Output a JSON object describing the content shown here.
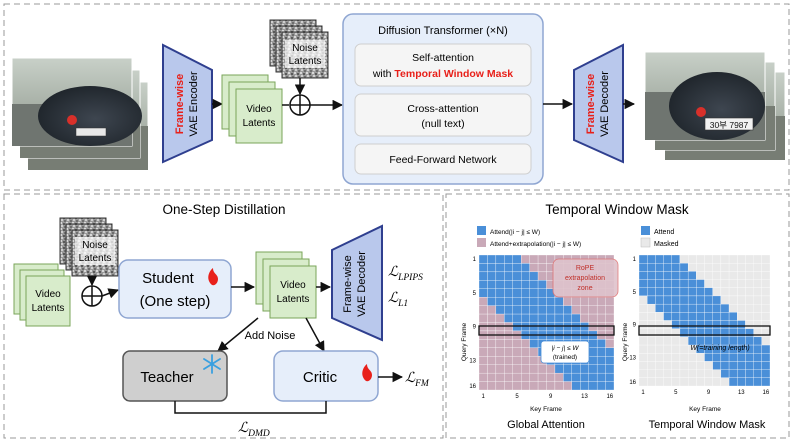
{
  "colors": {
    "accent_red": "#e8201a",
    "vae_fill": "#b9c8ec",
    "vae_stroke": "#2f3f8f",
    "latent_green": "#d8eccb",
    "latent_green_stroke": "#7aa55a",
    "block_blue": "#e6eefa",
    "block_blue_stroke": "#8fa6d2",
    "attend_blue": "#4a8fd8",
    "extrap_mauve": "#c9a9b8",
    "masked_gray": "#e9e9e9"
  },
  "top": {
    "encoder": {
      "red": "Frame-wise",
      "label": "VAE Encoder"
    },
    "noise_latents": "Noise Latents",
    "video_latents": "Video Latents",
    "dit_title": "Diffusion Transformer (×N)",
    "dit_blocks": [
      {
        "line1": "Self-attention",
        "line2_prefix": "with ",
        "line2_red": "Temporal Window Mask"
      },
      {
        "line1": "Cross-attention",
        "line2": "(null text)"
      },
      {
        "line1": "Feed-Forward Network"
      }
    ],
    "decoder": {
      "red": "Frame-wise",
      "label": "VAE Decoder"
    },
    "plate_text": "30부 7987"
  },
  "distill": {
    "title": "One-Step Distillation",
    "noise_latents": "Noise Latents",
    "video_latents_in": "Video Latents",
    "student": [
      "Student",
      "(One step)"
    ],
    "video_latents_out": "Video Latents",
    "decoder": [
      "Frame-wise",
      "VAE Decoder"
    ],
    "loss_lpips": {
      "sym": "ℒ",
      "sub": "LPIPS"
    },
    "loss_l1": {
      "sym": "ℒ",
      "sub": "L1"
    },
    "add_noise": "Add Noise",
    "teacher": "Teacher",
    "critic": "Critic",
    "loss_fm": {
      "sym": "ℒ",
      "sub": "FM"
    },
    "loss_dmd": {
      "sym": "ℒ",
      "sub": "DMD"
    }
  },
  "mask": {
    "title": "Temporal Window Mask",
    "n": 16,
    "window": 4,
    "legend_left": [
      "Attend(|i − j| ≤ W)",
      "Attend+extrapolation(|i − j| ≤ W)"
    ],
    "legend_right": [
      "Attend",
      "Masked"
    ],
    "rope_label": [
      "RoPE",
      "extrapolation",
      "zone"
    ],
    "trained_label": [
      "|i − j| ≤ W",
      "(trained)"
    ],
    "w_label": "W(=training length)",
    "ticks": [
      "1",
      "5",
      "9",
      "13",
      "16"
    ],
    "x_axis": "Key Frame",
    "y_axis": "Query Frame",
    "caption_left": "Global Attention",
    "caption_right": "Temporal Window Mask"
  }
}
